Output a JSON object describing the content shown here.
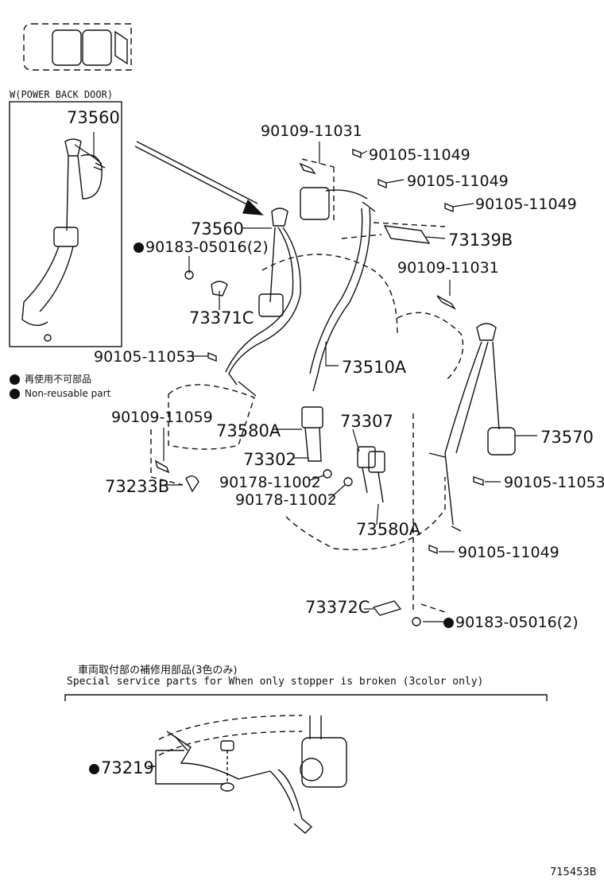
{
  "inset": {
    "title": "W(POWER BACK DOOR)",
    "part": "73560"
  },
  "legend": {
    "jp": "再使用不可部品",
    "en": "Non-reusable part"
  },
  "parts": {
    "p90109_11031_top": "90109-11031",
    "p90105_11049_a": "90105-11049",
    "p90105_11049_b": "90105-11049",
    "p90105_11049_c": "90105-11049",
    "p73139B": "73139B",
    "p90109_11031_mid": "90109-11031",
    "p73560": "73560",
    "p90183_05016_top": "90183-05016(2)",
    "p73371C": "73371C",
    "p90105_11053_left": "90105-11053",
    "p73510A": "73510A",
    "p90109_11059": "90109-11059",
    "p73580A_left": "73580A",
    "p73307": "73307",
    "p73570": "73570",
    "p73302": "73302",
    "p90105_11053_right": "90105-11053",
    "p73233B": "73233B",
    "p90178_11002_a": "90178-11002",
    "p90178_11002_b": "90178-11002",
    "p73580A_right": "73580A",
    "p90105_11049_d": "90105-11049",
    "p73372C": "73372C",
    "p90183_05016_bot": "90183-05016(2)",
    "p73219": "73219"
  },
  "service": {
    "jp": "車両取付部の補修用部品(3色のみ)",
    "en": "Special  service  parts  for  When  only  stopper  is  broken  (3color  only)"
  },
  "diagram_id": "715453B"
}
